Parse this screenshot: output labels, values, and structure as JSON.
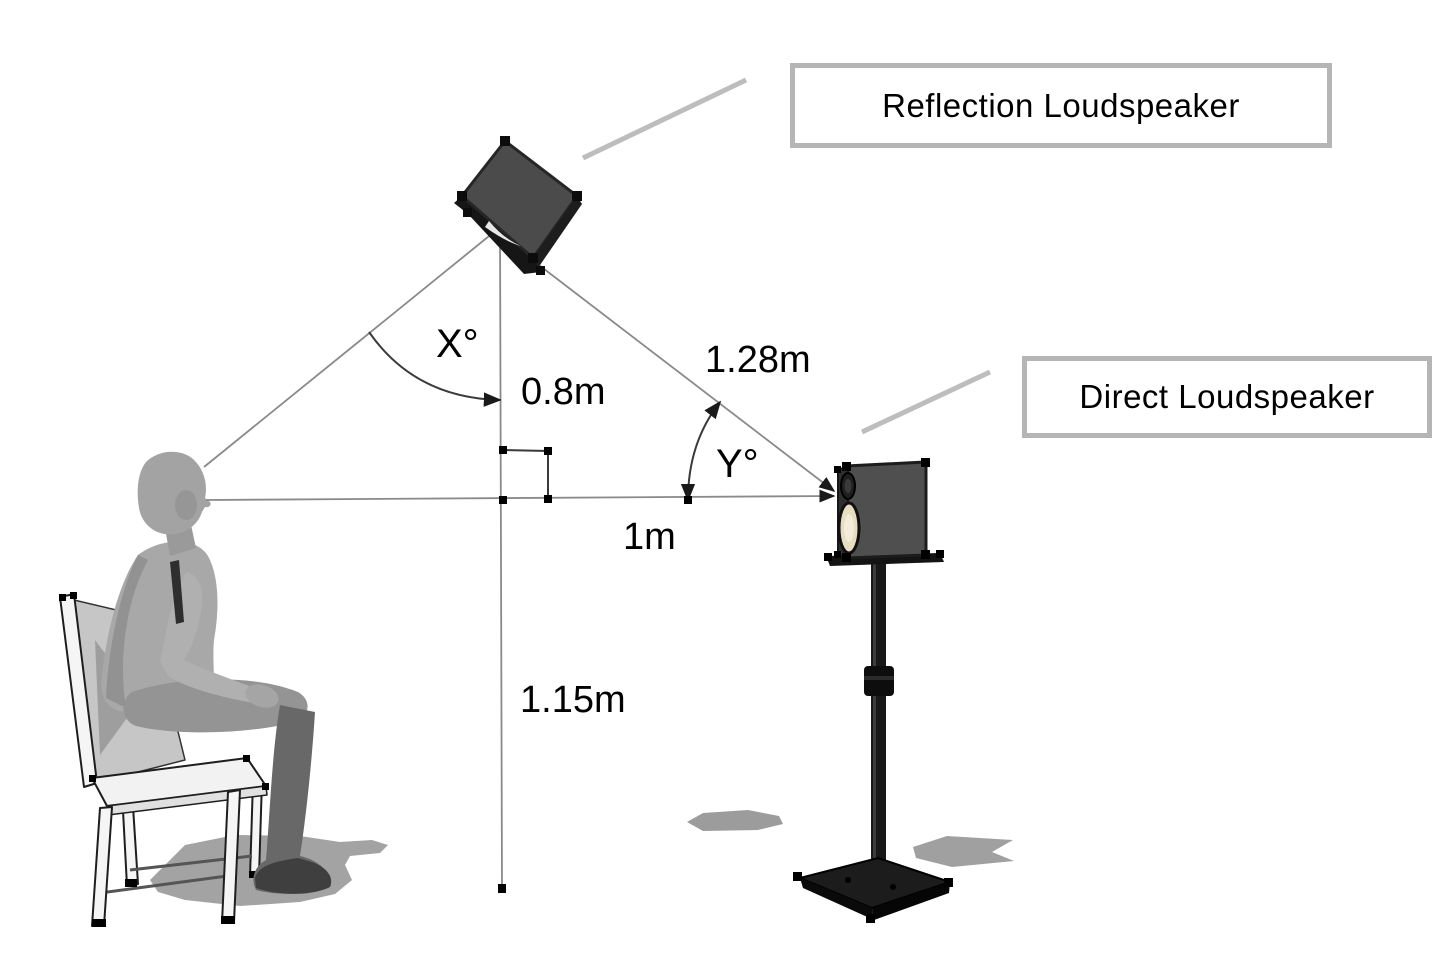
{
  "callouts": {
    "reflection_label": "Reflection Loudspeaker",
    "direct_label": "Direct Loudspeaker"
  },
  "dimensions": {
    "angle_x": "X°",
    "vertical_offset": "0.8m",
    "reflection_path_length": "1.28m",
    "angle_y": "Y°",
    "horizontal_distance": "1m",
    "ear_height": "1.15m"
  },
  "colors": {
    "callout_border": "#b5b5b5",
    "leader_line": "#bdbdbd",
    "construction_line": "#8a8a8a",
    "annotation_text": "#000000",
    "speaker_body": "#4f4f4f",
    "woofer_cone": "#e8dcc3",
    "figure_gray": "#a8a8a8",
    "trouser_gray": "#686868",
    "shadow_gray": "#a3a3a3",
    "stand_black": "#141414"
  }
}
